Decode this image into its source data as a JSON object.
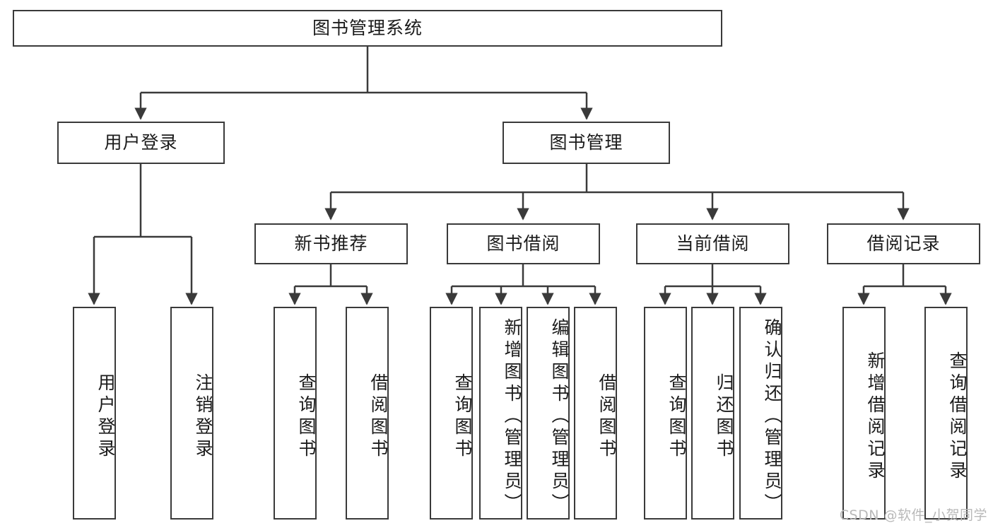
{
  "diagram": {
    "type": "tree-hierarchy",
    "title": "图书管理系统",
    "background_color": "#ffffff",
    "stroke_color": "#3a3a3a",
    "text_color": "#1b1b1b",
    "watermark": "CSDN @软件_小贺同学"
  },
  "nodes": {
    "root": {
      "label": "图书管理系统",
      "level": 1
    },
    "level2": [
      {
        "id": "user-login",
        "label": "用户登录"
      },
      {
        "id": "book-manage",
        "label": "图书管理"
      }
    ],
    "level3": [
      {
        "id": "new-book-recommend",
        "label": "新书推荐"
      },
      {
        "id": "book-borrow",
        "label": "图书借阅"
      },
      {
        "id": "current-borrow",
        "label": "当前借阅"
      },
      {
        "id": "borrow-record",
        "label": "借阅记录"
      }
    ],
    "leaves": {
      "user-login": [
        {
          "id": "leaf-user-login",
          "label": "用户登录"
        },
        {
          "id": "leaf-user-logout",
          "label": "注销登录"
        }
      ],
      "new-book-recommend": [
        {
          "id": "leaf-query-book-1",
          "label": "查询图书"
        },
        {
          "id": "leaf-borrow-book-1",
          "label": "借阅图书"
        }
      ],
      "book-borrow": [
        {
          "id": "leaf-query-book-2",
          "label": "查询图书"
        },
        {
          "id": "leaf-add-book",
          "label": "新增图书（管理员）"
        },
        {
          "id": "leaf-edit-book",
          "label": "编辑图书（管理员）"
        },
        {
          "id": "leaf-borrow-book-2",
          "label": "借阅图书"
        }
      ],
      "current-borrow": [
        {
          "id": "leaf-query-book-3",
          "label": "查询图书"
        },
        {
          "id": "leaf-return-book",
          "label": "归还图书"
        },
        {
          "id": "leaf-confirm-return",
          "label": "确认归还（管理员）"
        }
      ],
      "borrow-record": [
        {
          "id": "leaf-add-record",
          "label": "新增借阅记录"
        },
        {
          "id": "leaf-query-record",
          "label": "查询借阅记录"
        }
      ]
    }
  }
}
